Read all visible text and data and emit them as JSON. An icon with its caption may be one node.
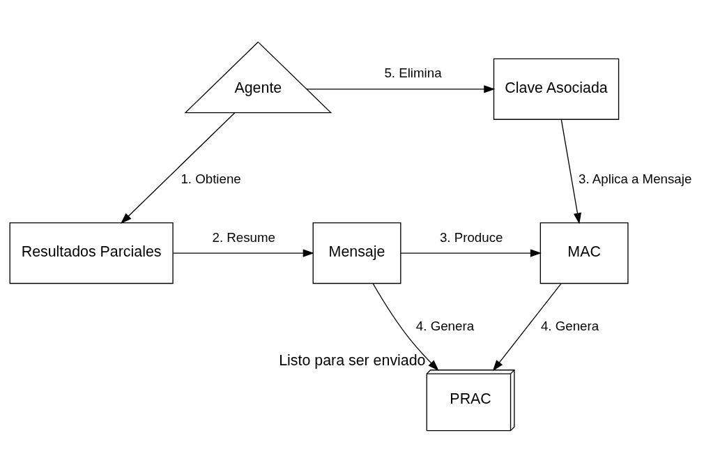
{
  "diagram": {
    "nodes": [
      {
        "text": [
          "Agente"
        ]
      },
      {
        "text": [
          "Clave Asociada"
        ]
      },
      {
        "text": [
          "Resultados Parciales"
        ]
      },
      {
        "text": [
          "Mensaje"
        ]
      },
      {
        "text": [
          "MAC"
        ]
      },
      {
        "text": [
          "PRAC"
        ],
        "beside": [
          "Listo para ser enviado"
        ]
      }
    ],
    "edges": [
      {
        "from": 0,
        "to": 1,
        "arrow": "to",
        "label": "5. Elimina"
      },
      {
        "from": 0,
        "to": 2,
        "arrow": "to",
        "label": "1. Obtiene"
      },
      {
        "from": 2,
        "to": 3,
        "arrow": "to",
        "label": "2. Resume"
      },
      {
        "from": 3,
        "to": 4,
        "arrow": "to",
        "label": "3. Produce"
      },
      {
        "from": 1,
        "to": 4,
        "arrow": "to",
        "label": "3. Aplica a Mensaje"
      },
      {
        "from": 3,
        "to": 5,
        "arrow": "to",
        "label": "4. Genera"
      },
      {
        "from": 4,
        "to": 5,
        "arrow": "to",
        "label": "4. Genera"
      }
    ]
  }
}
